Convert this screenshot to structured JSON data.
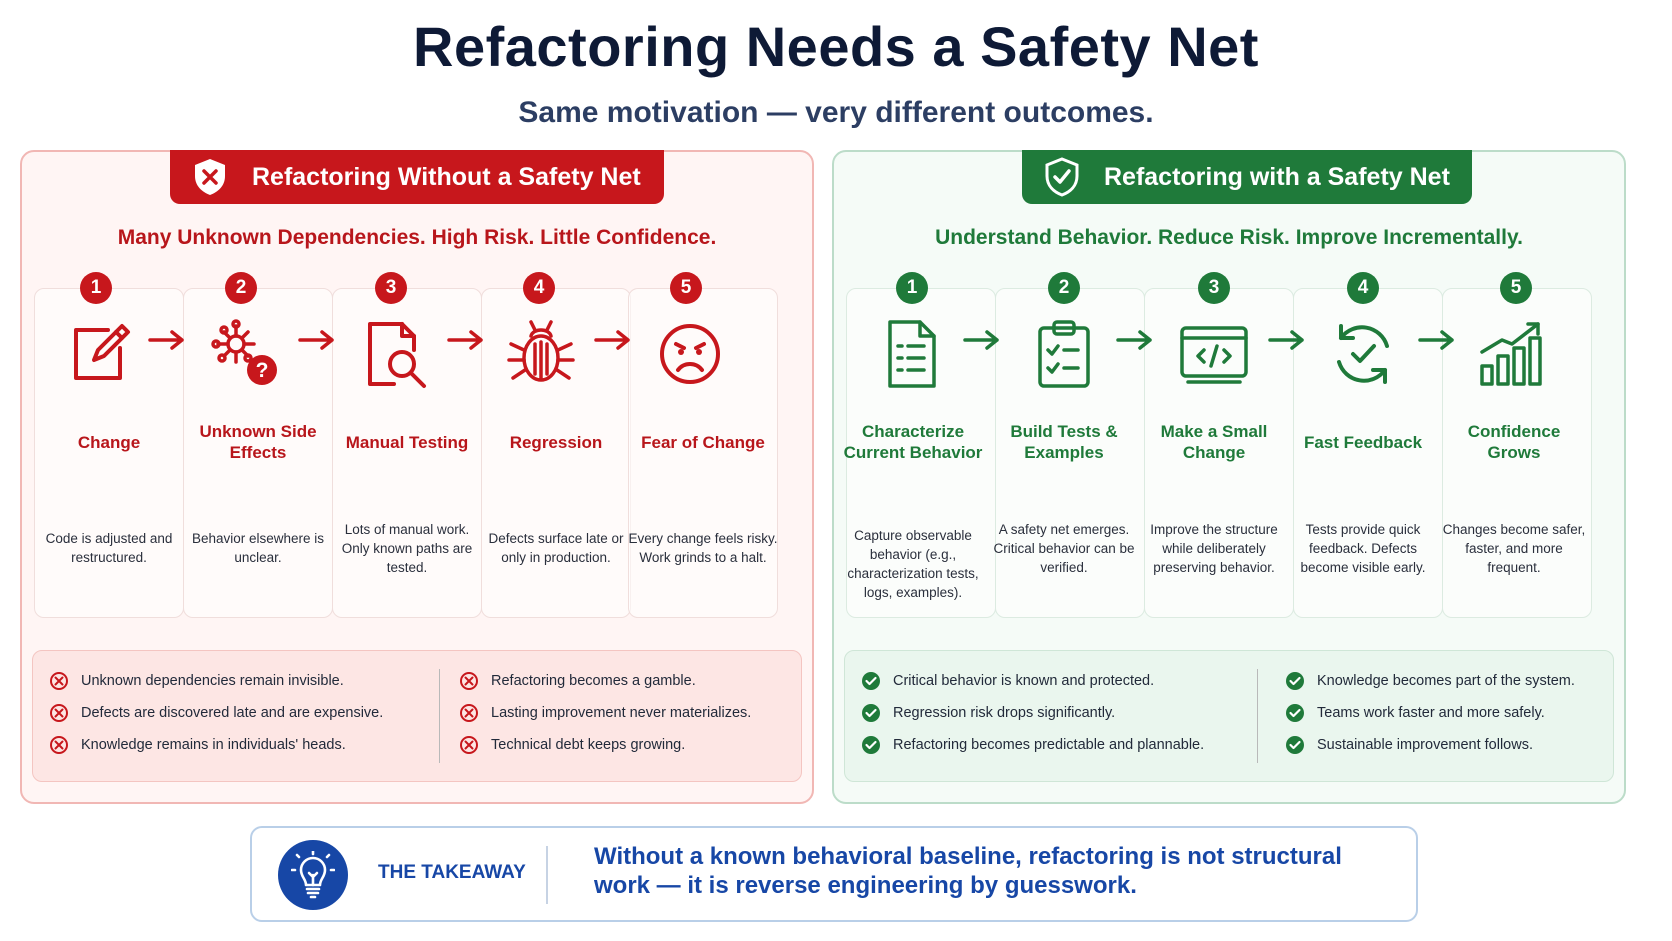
{
  "title": "Refactoring Needs a Safety Net",
  "subtitle": "Same motivation — very different outcomes.",
  "left_panel": {
    "heading": "Refactoring Without a Safety Net",
    "tagline": "Many Unknown Dependencies. High Risk. Little Confidence.",
    "accent_color": "#c7171c",
    "steps": [
      {
        "num": "1",
        "icon": "edit-icon",
        "label": "Change",
        "desc": "Code is adjusted and restructured."
      },
      {
        "num": "2",
        "icon": "dependency-question-icon",
        "label": "Unknown Side Effects",
        "desc": "Behavior elsewhere is unclear."
      },
      {
        "num": "3",
        "icon": "document-search-icon",
        "label": "Manual Testing",
        "desc": "Lots of manual work. Only known paths are tested."
      },
      {
        "num": "4",
        "icon": "bug-icon",
        "label": "Regression",
        "desc": "Defects surface late or only in production."
      },
      {
        "num": "5",
        "icon": "sad-face-icon",
        "label": "Fear of Change",
        "desc": "Every change feels risky. Work grinds to a halt."
      }
    ],
    "summary_left": [
      "Unknown dependencies remain invisible.",
      "Defects are discovered late and are expensive.",
      "Knowledge remains in individuals' heads."
    ],
    "summary_right": [
      "Refactoring becomes a gamble.",
      "Lasting improvement never materializes.",
      "Technical debt keeps growing."
    ]
  },
  "right_panel": {
    "heading": "Refactoring with a Safety Net",
    "tagline": "Understand Behavior. Reduce Risk. Improve Incrementally.",
    "accent_color": "#1f7a3a",
    "steps": [
      {
        "num": "1",
        "icon": "document-list-icon",
        "label": "Characterize Current Behavior",
        "desc": "Capture observable behavior (e.g., characterization tests, logs, examples)."
      },
      {
        "num": "2",
        "icon": "clipboard-check-icon",
        "label": "Build Tests & Examples",
        "desc": "A safety net emerges. Critical behavior can be verified."
      },
      {
        "num": "3",
        "icon": "code-window-icon",
        "label": "Make a Small Change",
        "desc": "Improve the structure while deliberately preserving behavior."
      },
      {
        "num": "4",
        "icon": "refresh-check-icon",
        "label": "Fast Feedback",
        "desc": "Tests provide quick feedback. Defects become visible early."
      },
      {
        "num": "5",
        "icon": "growth-chart-icon",
        "label": "Confidence Grows",
        "desc": "Changes become safer, faster, and more frequent."
      }
    ],
    "summary_left": [
      "Critical behavior is known and protected.",
      "Regression risk drops significantly.",
      "Refactoring becomes predictable and plannable."
    ],
    "summary_right": [
      "Knowledge becomes part of the system.",
      "Teams work faster and more safely.",
      "Sustainable improvement follows."
    ]
  },
  "takeaway": {
    "label": "THE TAKEAWAY",
    "text": "Without a known behavioral baseline, refactoring is not structural work — it is reverse engineering by guesswork."
  }
}
